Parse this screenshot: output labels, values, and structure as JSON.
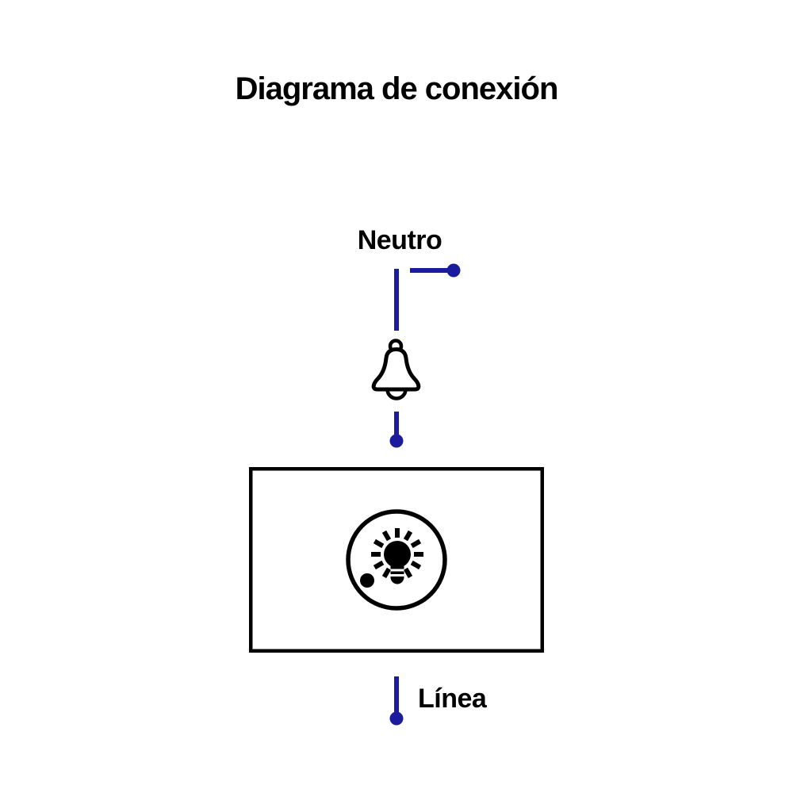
{
  "title": "Diagrama de conexión",
  "wiring": {
    "neutral_label": "Neutro",
    "line_label": "Línea"
  },
  "colors": {
    "wire_blue": "#1b1b9e",
    "ink_black": "#000000",
    "background": "#ffffff"
  },
  "icons": {
    "bell": "doorbell-bell-icon",
    "bulb": "glowing-bulb-icon",
    "indicator": "indicator-dot-icon"
  }
}
